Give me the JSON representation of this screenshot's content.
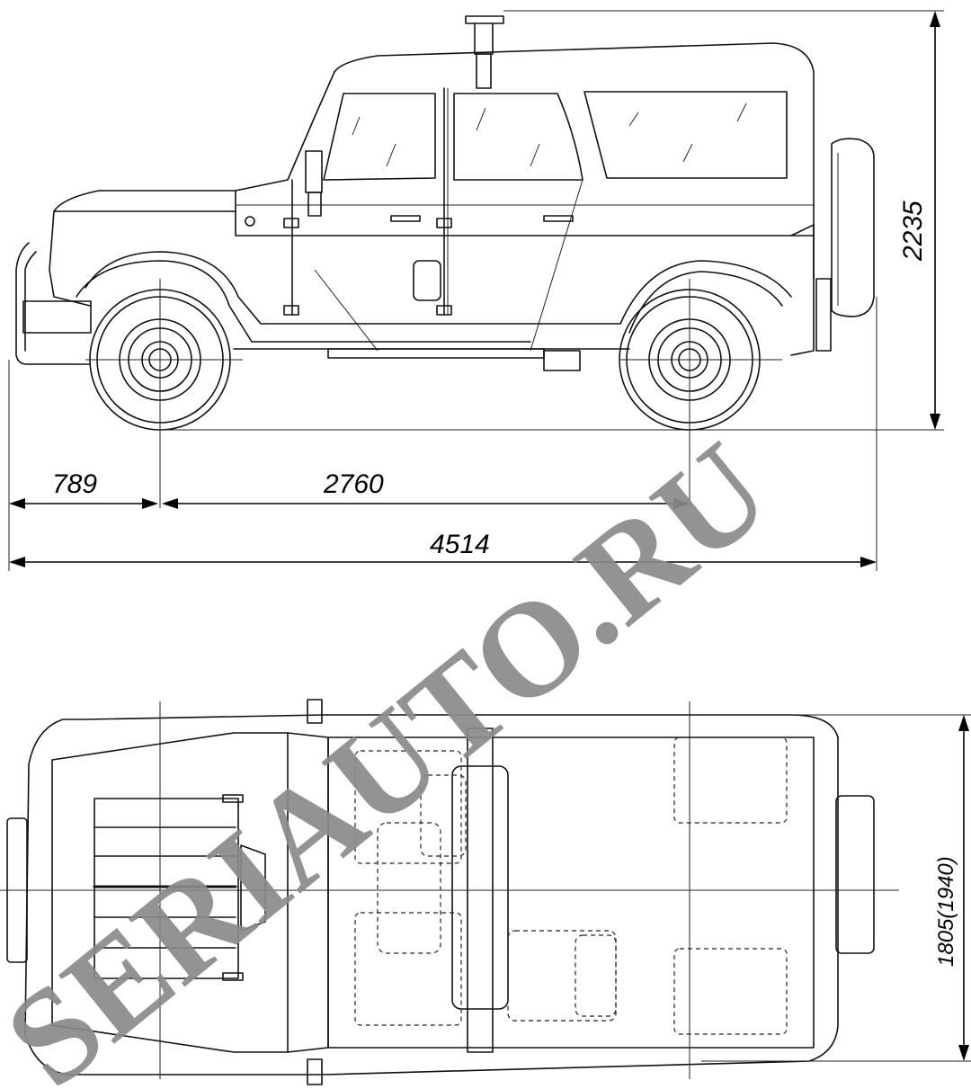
{
  "dimensions": {
    "front_overhang": "789",
    "wheelbase": "2760",
    "overall_length": "4514",
    "overall_height": "2235",
    "overall_width": "1805(1940)"
  },
  "watermark": "SERIAUTO.RU",
  "colors": {
    "line": "#111111",
    "watermark": "#8a8a8a",
    "background": "#ffffff"
  }
}
